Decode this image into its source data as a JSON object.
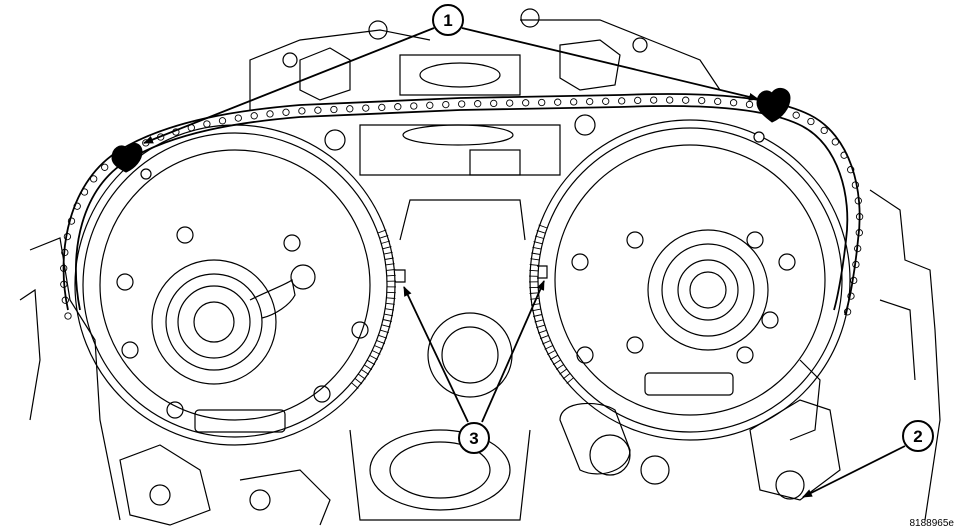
{
  "figure_id": "8188965e",
  "callouts": [
    {
      "label": "1"
    },
    {
      "label": "2"
    },
    {
      "label": "3"
    }
  ],
  "colors": {
    "line": "#000000",
    "background": "#ffffff"
  }
}
